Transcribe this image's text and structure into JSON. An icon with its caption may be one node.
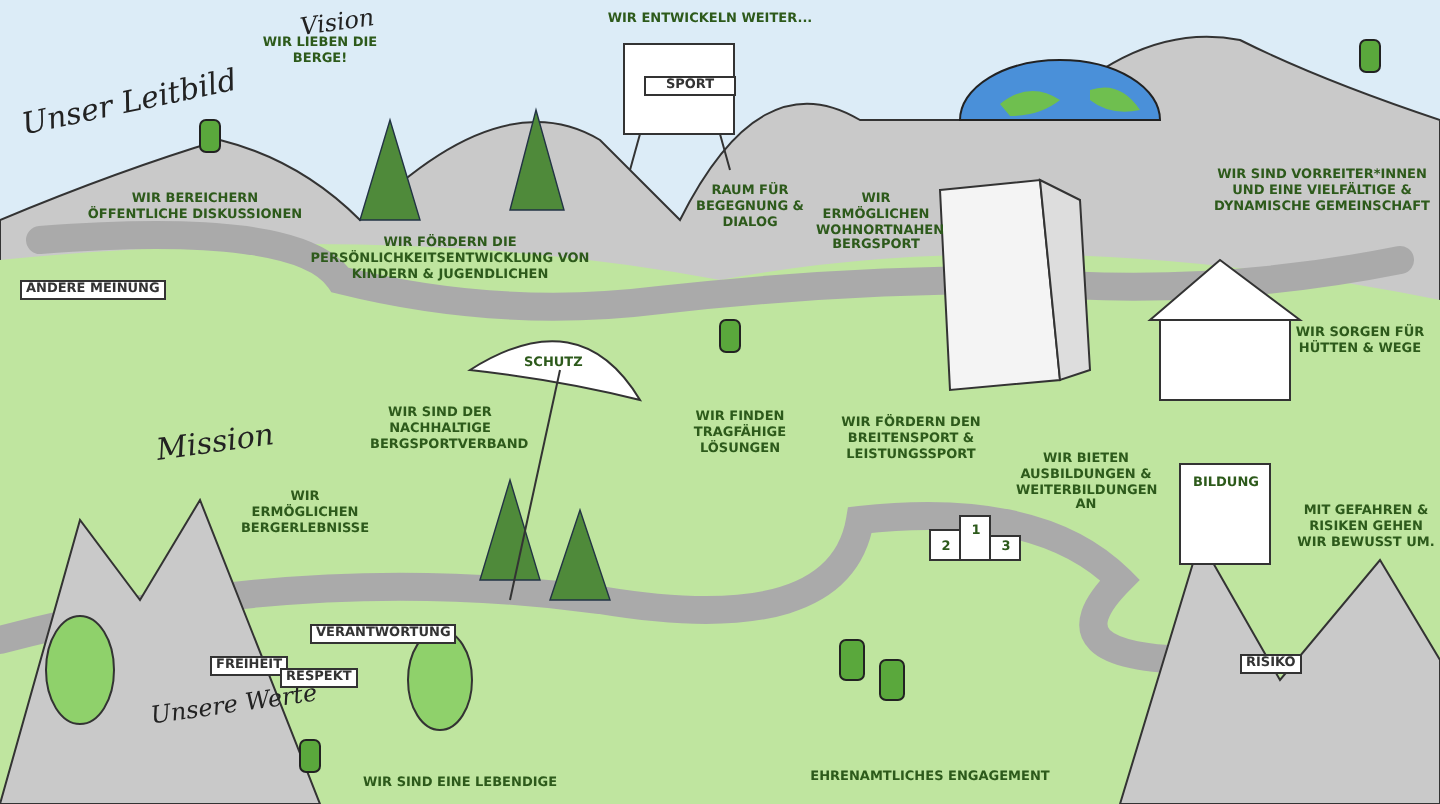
{
  "diagram": {
    "title": "Unser Leitbild",
    "labels": [
      "Vision",
      "WIR LIEBEN DIE BERGE!",
      "WIR ENTWICKELN WEITER...",
      "SPORT",
      "WIR BEREICHERN ÖFFENTLICHE DISKUSSIONEN",
      "ANDERE MEINUNG",
      "RAUM FÜR BEGEGNUNG & DIALOG",
      "WIR FÖRDERN DIE PERSÖNLICHKEITSENTWICKLUNG VON KINDERN & JUGENDLICHEN",
      "WIR ERMÖGLICHEN WOHNORTNAHEN BERGSPORT",
      "WIR SIND VORREITER*INNEN UND EINE VIELFÄLTIGE & DYNAMISCHE GEMEINSCHAFT",
      "WIR SORGEN FÜR HÜTTEN & WEGE",
      "Mission",
      "WIR ERMÖGLICHEN BERGERLEBNISSE",
      "WIR SIND DER NACHHALTIGE BERGSPORTVERBAND",
      "SCHUTZ",
      "WIR FINDEN TRAGFÄHIGE LÖSUNGEN",
      "WIR FÖRDERN DEN BREITENSPORT & LEISTUNGSSPORT",
      "WIR BIETEN AUSBILDUNGEN & WEITERBILDUNGEN AN",
      "BILDUNG",
      "MIT GEFAHREN & RISIKEN GEHEN WIR BEWUSST UM.",
      "RISIKO",
      "Unsere Werte",
      "FREIHEIT",
      "RESPEKT",
      "VERANTWORTUNG",
      "WIR SIND EINE LEBENDIGE",
      "EHRENAMTLICHES ENGAGEMENT",
      "2",
      "1",
      "3"
    ]
  }
}
